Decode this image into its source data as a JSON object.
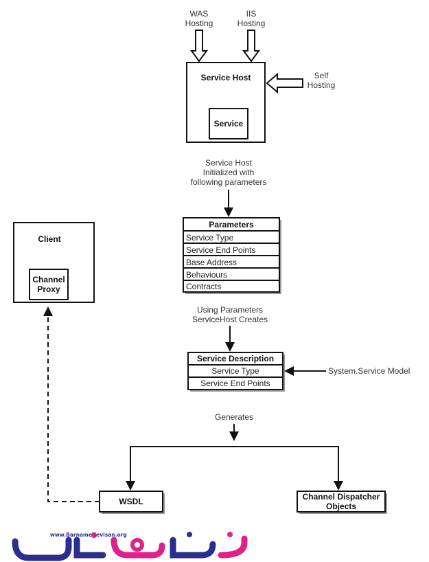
{
  "hosting": {
    "was": [
      "WAS",
      "Hosting"
    ],
    "iis": [
      "IIS",
      "Hosting"
    ],
    "self": [
      "Self",
      "Hosting"
    ]
  },
  "service_host": {
    "title": "Service Host",
    "service": "Service"
  },
  "init_label": [
    "Service Host",
    "Initialized with",
    "following parameters"
  ],
  "parameters": {
    "title": "Parameters",
    "rows": [
      "Service Type",
      "Service End Points",
      "Base Address",
      "Behaviours",
      "Contracts"
    ]
  },
  "using_label": [
    "Using Parameters",
    "ServiceHost Creates"
  ],
  "service_description": {
    "title": "Service Description",
    "rows": [
      "Service Type",
      "Service End Points"
    ]
  },
  "system_service_model": "System.Service Model",
  "generates_label": "Generates",
  "client": {
    "title": "Client",
    "proxy": [
      "Channel",
      "Proxy"
    ]
  },
  "wsdl": "WSDL",
  "channel_dispatcher": [
    "Channel Dispatcher",
    "Objects"
  ],
  "logo": {
    "url_text": "www.BarnameNevisan.org",
    "colors": [
      "#2a2f8f",
      "#e0218a"
    ]
  }
}
